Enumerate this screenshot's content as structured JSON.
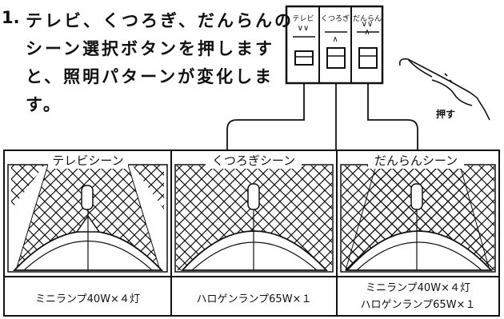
{
  "step": {
    "number": "1.",
    "lines": [
      "テレビ、くつろぎ、だんらんの",
      "シーン選択ボタンを押します",
      "と、照明パターンが変化しま",
      "す。"
    ]
  },
  "buttons": [
    {
      "label": "テレビ",
      "arrows": "∨∨"
    },
    {
      "label": "くつろぎ",
      "arrows": "∧"
    },
    {
      "label": "だんらん",
      "arrows": "∨∨\n∧"
    }
  ],
  "press_label": "押す",
  "scenes": [
    {
      "title": "テレビシーン",
      "caption": "ミニランプ40W×４灯"
    },
    {
      "title": "くつろぎシーン",
      "caption": "ハロゲンランプ65W×１"
    },
    {
      "title": "だんらんシーン",
      "caption": "ミニランプ40W×４灯\nハロゲンランプ65W×１"
    }
  ],
  "colors": {
    "line": "#111111",
    "background": "#ffffff"
  }
}
